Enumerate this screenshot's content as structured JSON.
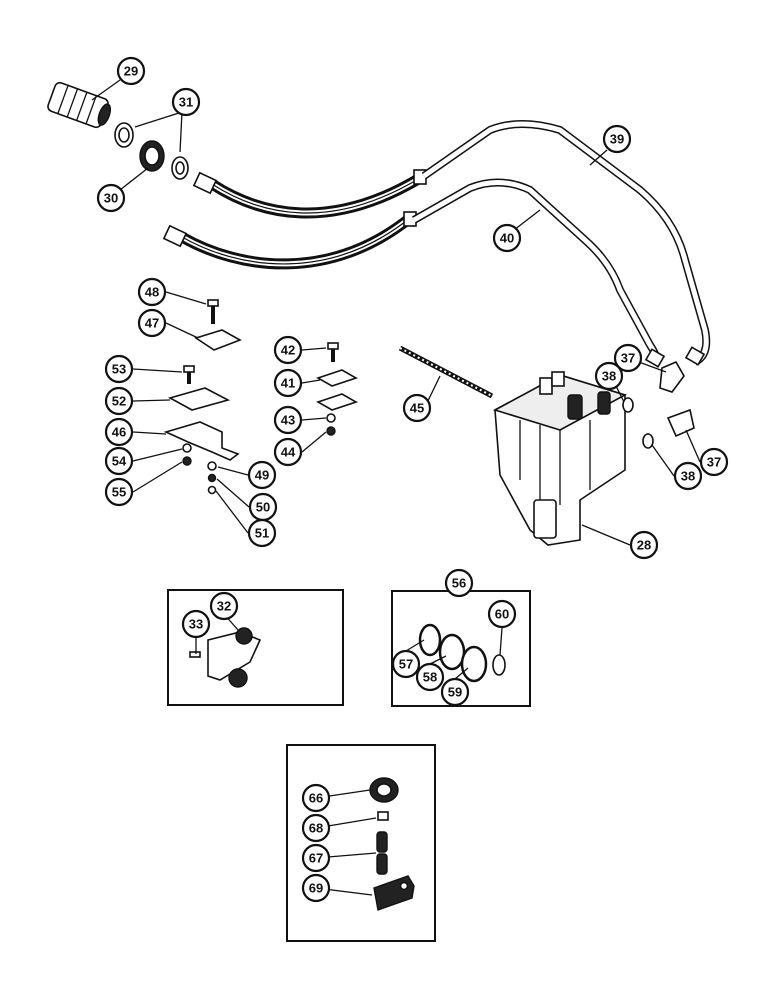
{
  "callouts": [
    {
      "label": "29"
    },
    {
      "label": "31"
    },
    {
      "label": "30"
    },
    {
      "label": "39"
    },
    {
      "label": "40"
    },
    {
      "label": "48"
    },
    {
      "label": "47"
    },
    {
      "label": "42"
    },
    {
      "label": "45"
    },
    {
      "label": "41"
    },
    {
      "label": "53"
    },
    {
      "label": "52"
    },
    {
      "label": "46"
    },
    {
      "label": "43"
    },
    {
      "label": "44"
    },
    {
      "label": "54"
    },
    {
      "label": "55"
    },
    {
      "label": "49"
    },
    {
      "label": "50"
    },
    {
      "label": "51"
    },
    {
      "label": "37"
    },
    {
      "label": "38"
    },
    {
      "label": "38"
    },
    {
      "label": "37"
    },
    {
      "label": "28"
    },
    {
      "label": "56"
    },
    {
      "label": "33"
    },
    {
      "label": "32"
    },
    {
      "label": "60"
    },
    {
      "label": "57"
    },
    {
      "label": "58"
    },
    {
      "label": "59"
    },
    {
      "label": "66"
    },
    {
      "label": "68"
    },
    {
      "label": "67"
    },
    {
      "label": "69"
    }
  ]
}
